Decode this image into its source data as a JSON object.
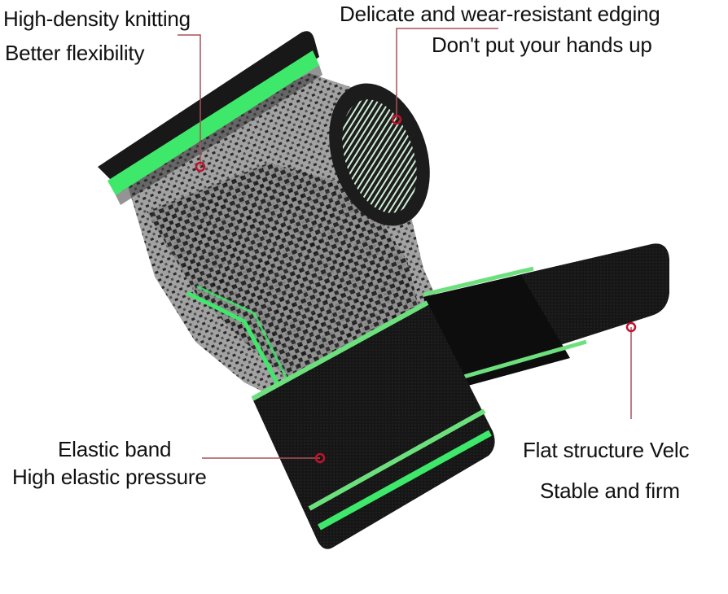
{
  "callouts": {
    "top_left": {
      "line1": "High-density knitting",
      "line2": "Better flexibility"
    },
    "top_right": {
      "line1": "Delicate and wear-resistant edging",
      "line2": "Don't put your hands up"
    },
    "bottom_left": {
      "line1": "Elastic band",
      "line2": "High elastic pressure"
    },
    "bottom_right": {
      "line1": "Flat structure Velc",
      "line2": "Stable and firm"
    }
  },
  "colors": {
    "accent_green": "#3ee86a",
    "knit_gray": "#9a9a9a",
    "knit_dark": "#1a1a1a",
    "band_black": "#141414",
    "callout_red": "#c0142a",
    "callout_line": "#a8505a"
  },
  "product": {
    "name": "wrist-brace-with-compression-strap"
  }
}
